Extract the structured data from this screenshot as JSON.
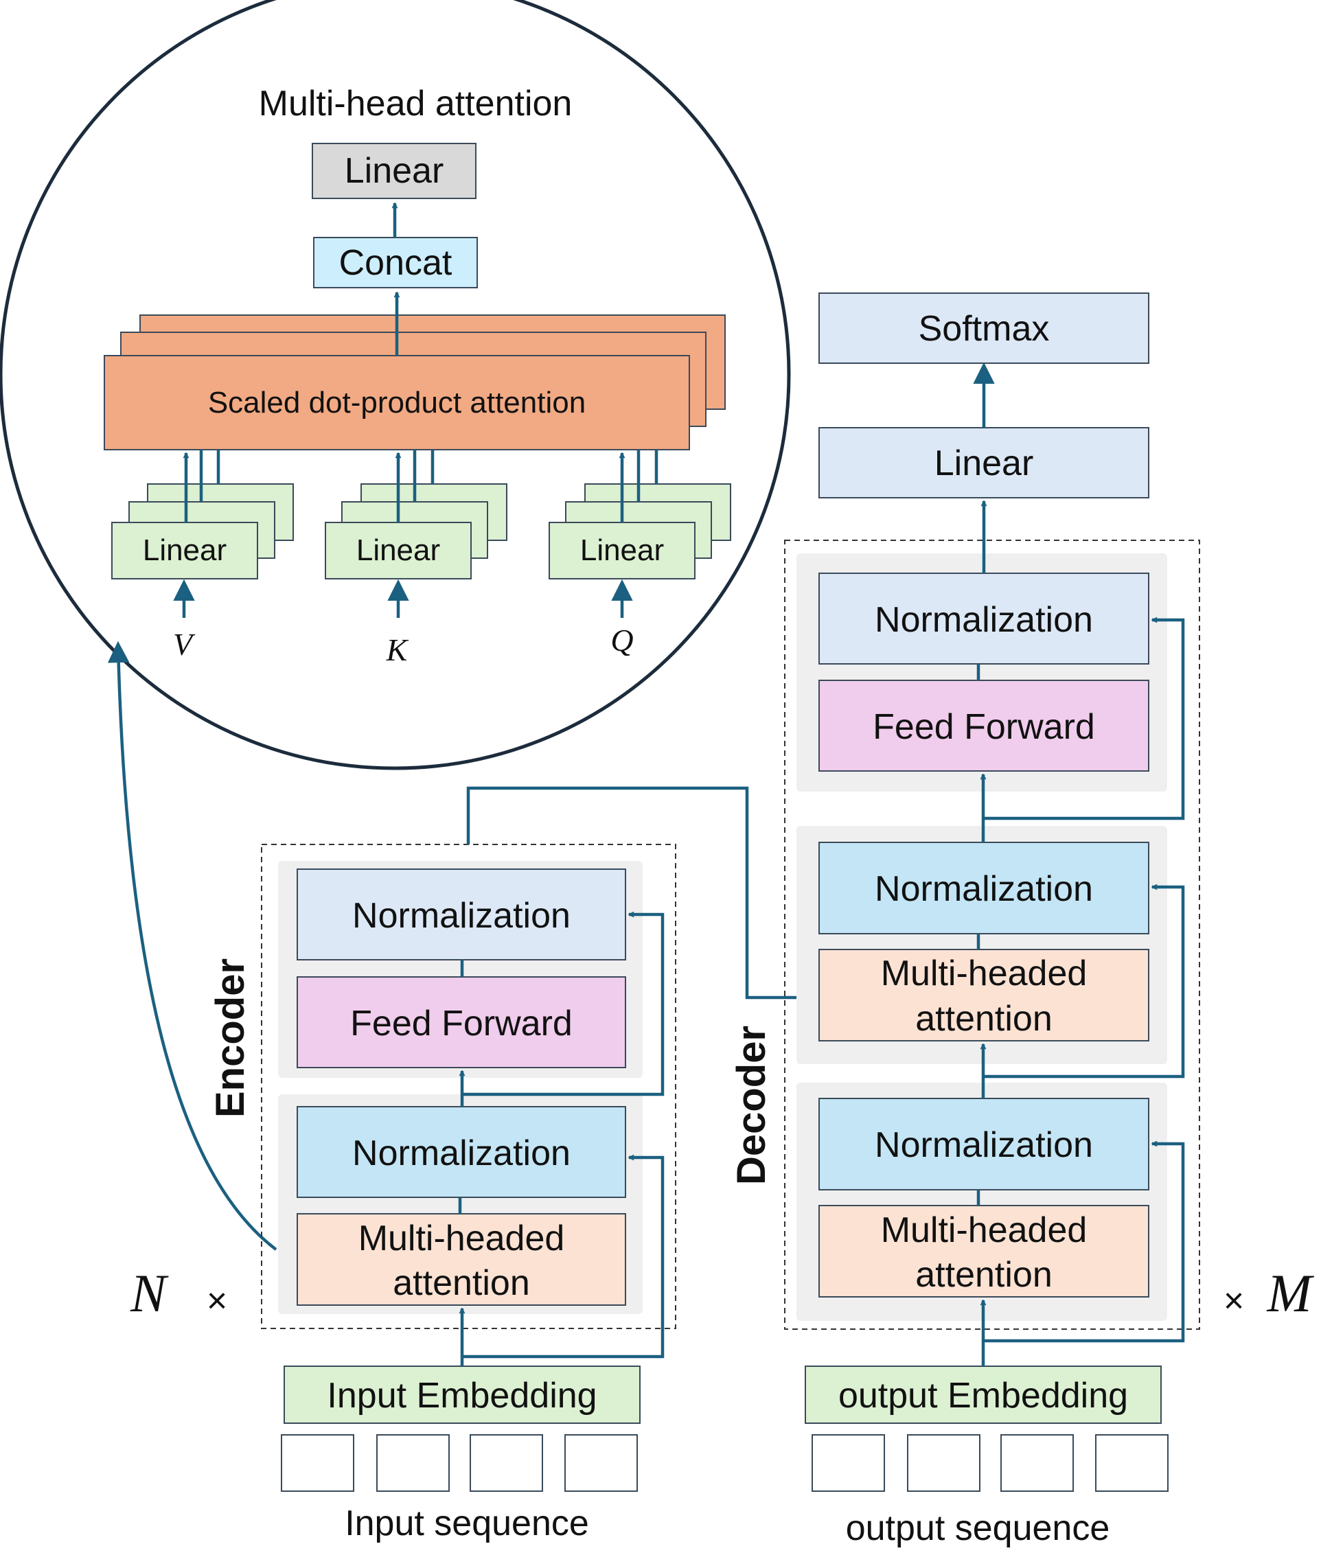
{
  "colors": {
    "connector": "#1b6080",
    "light_blue_box": "#dce8f6",
    "cyan_box": "#c3e5f5",
    "pink_box": "#f0cdec",
    "peach_box": "#fbe2d3",
    "green_box": "#dcf0d2",
    "gray_box": "#d9d9d9",
    "orange_box": "#f2aa84",
    "concat_box": "#cdeefc",
    "block_bg": "#efefef"
  },
  "zoom": {
    "title": "Multi-head attention",
    "linear_top": "Linear",
    "concat": "Concat",
    "sdpa": "Scaled dot-product attention",
    "linear_v": "Linear",
    "linear_k": "Linear",
    "linear_q": "Linear",
    "v": "V",
    "k": "K",
    "q": "Q"
  },
  "encoder": {
    "label": "Encoder",
    "repeat_n": "N",
    "times": "×",
    "normalization_top": "Normalization",
    "feed_forward": "Feed Forward",
    "normalization_bottom": "Normalization",
    "mha_line1": "Multi-headed",
    "mha_line2": "attention",
    "embedding": "Input Embedding",
    "sequence_label": "Input sequence"
  },
  "decoder": {
    "label": "Decoder",
    "repeat_m": "M",
    "times": "×",
    "softmax": "Softmax",
    "linear": "Linear",
    "normalization_top": "Normalization",
    "feed_forward": "Feed Forward",
    "normalization_mid": "Normalization",
    "mha_mid_line1": "Multi-headed",
    "mha_mid_line2": "attention",
    "normalization_bottom": "Normalization",
    "mha_bottom_line1": "Multi-headed",
    "mha_bottom_line2": "attention",
    "embedding": "output Embedding",
    "sequence_label": "output sequence"
  }
}
